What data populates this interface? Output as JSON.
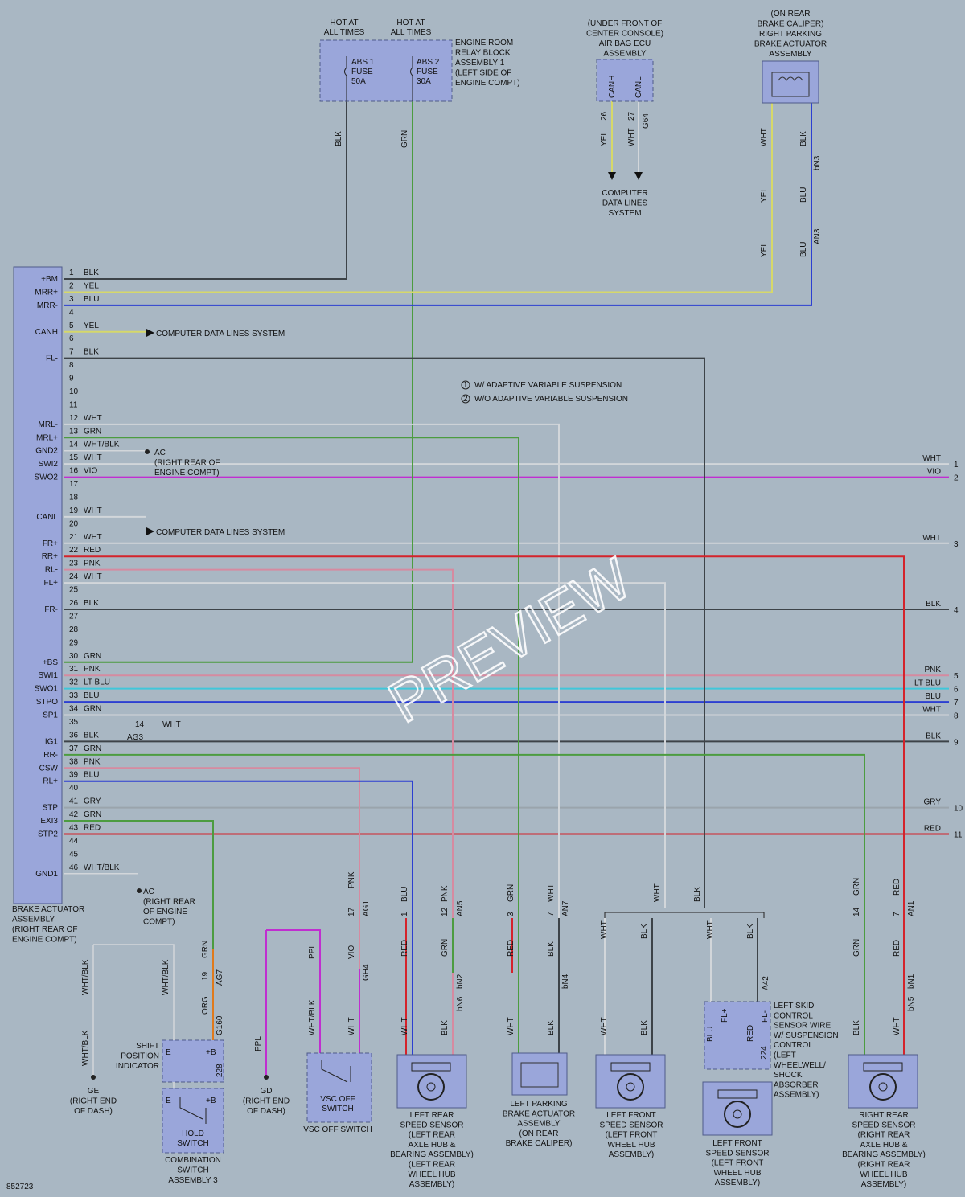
{
  "diagram_id": "852723",
  "watermark": "PREVIEW",
  "legend": [
    {
      "mark": "1",
      "text": "W/ ADAPTIVE VARIABLE SUSPENSION"
    },
    {
      "mark": "2",
      "text": "W/O ADAPTIVE VARIABLE SUSPENSION"
    }
  ],
  "components": {
    "relay_block": {
      "label": [
        "ENGINE ROOM",
        "RELAY BLOCK",
        "ASSEMBLY 1",
        "(LEFT SIDE OF",
        "ENGINE COMPT)"
      ],
      "hot1": [
        "HOT AT",
        "ALL TIMES"
      ],
      "hot2": [
        "HOT AT",
        "ALL TIMES"
      ],
      "fuse1": [
        "ABS 1",
        "FUSE",
        "50A"
      ],
      "fuse2": [
        "ABS 2",
        "FUSE",
        "30A"
      ]
    },
    "airbag_ecu": {
      "label": [
        "(UNDER FRONT OF",
        "CENTER CONSOLE)",
        "AIR BAG ECU",
        "ASSEMBLY"
      ],
      "pins": [
        "CANH",
        "CANL"
      ],
      "connector": "G64",
      "dest": [
        "COMPUTER",
        "DATA LINES",
        "SYSTEM"
      ]
    },
    "right_parking_actuator": {
      "label": [
        "(ON REAR",
        "BRAKE CALIPER)",
        "RIGHT PARKING",
        "BRAKE ACTUATOR",
        "ASSEMBLY"
      ]
    },
    "brake_actuator": {
      "label": [
        "BRAKE ACTUATOR",
        "ASSEMBLY",
        "(RIGHT REAR OF",
        "ENGINE COMPT)"
      ]
    },
    "gnd_ac1": [
      "AC",
      "(RIGHT REAR OF",
      "ENGINE COMPT)"
    ],
    "gnd_ac2": [
      "AC",
      "(RIGHT REAR",
      "OF ENGINE",
      "COMPT)"
    ],
    "gnd_ge": [
      "GE",
      "(RIGHT END",
      "OF DASH)"
    ],
    "gnd_gd": [
      "GD",
      "(RIGHT END",
      "OF DASH)"
    ],
    "combination_switch": {
      "shift_label": [
        "SHIFT",
        "POSITION",
        "INDICATOR"
      ],
      "hold_label": [
        "HOLD",
        "SWITCH"
      ],
      "label": [
        "COMBINATION",
        "SWITCH",
        "ASSEMBLY 3"
      ]
    },
    "vsc_off": {
      "inner": [
        "VSC OFF",
        "SWITCH"
      ],
      "label": "VSC OFF SWITCH"
    },
    "left_rear_sensor": [
      "LEFT REAR",
      "SPEED SENSOR",
      "(LEFT REAR",
      "AXLE HUB &",
      "BEARING ASSEMBLY)",
      "(LEFT REAR",
      "WHEEL HUB",
      "ASSEMBLY)"
    ],
    "left_parking_actuator": [
      "LEFT PARKING",
      "BRAKE ACTUATOR",
      "ASSEMBLY",
      "(ON REAR",
      "BRAKE CALIPER)"
    ],
    "left_front_sensor_a": [
      "LEFT FRONT",
      "SPEED SENSOR",
      "(LEFT FRONT",
      "WHEEL HUB",
      "ASSEMBLY)"
    ],
    "left_skid": [
      "LEFT SKID",
      "CONTROL",
      "SENSOR WIRE",
      "W/ SUSPENSION",
      "CONTROL",
      "(LEFT",
      "WHEELWELL/",
      "SHOCK",
      "ABSORBER",
      "ASSEMBLY)"
    ],
    "left_front_sensor_b": [
      "LEFT FRONT",
      "SPEED SENSOR",
      "(LEFT FRONT",
      "WHEEL HUB",
      "ASSEMBLY)"
    ],
    "right_rear_sensor": [
      "RIGHT REAR",
      "SPEED SENSOR",
      "(RIGHT REAR",
      "AXLE HUB &",
      "BEARING ASSEMBLY)",
      "(RIGHT REAR",
      "WHEEL HUB",
      "ASSEMBLY)"
    ]
  },
  "data_line_text": "COMPUTER DATA LINES SYSTEM",
  "pins": [
    {
      "n": "1",
      "sig": "+BM",
      "wire": "BLK"
    },
    {
      "n": "2",
      "sig": "MRR+",
      "wire": "YEL"
    },
    {
      "n": "3",
      "sig": "MRR-",
      "wire": "BLU"
    },
    {
      "n": "4",
      "sig": "",
      "wire": ""
    },
    {
      "n": "5",
      "sig": "CANH",
      "wire": "YEL"
    },
    {
      "n": "6",
      "sig": "",
      "wire": ""
    },
    {
      "n": "7",
      "sig": "FL-",
      "wire": "BLK"
    },
    {
      "n": "8",
      "sig": "",
      "wire": ""
    },
    {
      "n": "9",
      "sig": "",
      "wire": ""
    },
    {
      "n": "10",
      "sig": "",
      "wire": ""
    },
    {
      "n": "11",
      "sig": "",
      "wire": ""
    },
    {
      "n": "12",
      "sig": "MRL-",
      "wire": "WHT"
    },
    {
      "n": "13",
      "sig": "MRL+",
      "wire": "GRN"
    },
    {
      "n": "14",
      "sig": "GND2",
      "wire": "WHT/BLK"
    },
    {
      "n": "15",
      "sig": "SWI2",
      "wire": "WHT"
    },
    {
      "n": "16",
      "sig": "SWO2",
      "wire": "VIO"
    },
    {
      "n": "17",
      "sig": "",
      "wire": ""
    },
    {
      "n": "18",
      "sig": "",
      "wire": ""
    },
    {
      "n": "19",
      "sig": "CANL",
      "wire": "WHT"
    },
    {
      "n": "20",
      "sig": "",
      "wire": ""
    },
    {
      "n": "21",
      "sig": "FR+",
      "wire": "WHT"
    },
    {
      "n": "22",
      "sig": "RR+",
      "wire": "RED"
    },
    {
      "n": "23",
      "sig": "RL-",
      "wire": "PNK"
    },
    {
      "n": "24",
      "sig": "FL+",
      "wire": "WHT"
    },
    {
      "n": "25",
      "sig": "",
      "wire": ""
    },
    {
      "n": "26",
      "sig": "FR-",
      "wire": "BLK"
    },
    {
      "n": "27",
      "sig": "",
      "wire": ""
    },
    {
      "n": "28",
      "sig": "",
      "wire": ""
    },
    {
      "n": "29",
      "sig": "",
      "wire": ""
    },
    {
      "n": "30",
      "sig": "+BS",
      "wire": "GRN"
    },
    {
      "n": "31",
      "sig": "SWI1",
      "wire": "PNK"
    },
    {
      "n": "32",
      "sig": "SWO1",
      "wire": "LT BLU"
    },
    {
      "n": "33",
      "sig": "STPO",
      "wire": "BLU"
    },
    {
      "n": "34",
      "sig": "SP1",
      "wire": "GRN"
    },
    {
      "n": "35",
      "sig": "",
      "wire": ""
    },
    {
      "n": "36",
      "sig": "IG1",
      "wire": "BLK"
    },
    {
      "n": "37",
      "sig": "RR-",
      "wire": "GRN"
    },
    {
      "n": "38",
      "sig": "CSW",
      "wire": "PNK"
    },
    {
      "n": "39",
      "sig": "RL+",
      "wire": "BLU"
    },
    {
      "n": "40",
      "sig": "",
      "wire": ""
    },
    {
      "n": "41",
      "sig": "STP",
      "wire": "GRY"
    },
    {
      "n": "42",
      "sig": "EXI3",
      "wire": "GRN"
    },
    {
      "n": "43",
      "sig": "STP2",
      "wire": "RED"
    },
    {
      "n": "44",
      "sig": "",
      "wire": ""
    },
    {
      "n": "45",
      "sig": "",
      "wire": ""
    },
    {
      "n": "46",
      "sig": "GND1",
      "wire": "WHT/BLK"
    }
  ],
  "right_exits": [
    {
      "n": "1",
      "wire": "WHT",
      "pin": "15"
    },
    {
      "n": "2",
      "wire": "VIO",
      "pin": "16"
    },
    {
      "n": "3",
      "wire": "WHT",
      "pin": "21"
    },
    {
      "n": "4",
      "wire": "BLK",
      "pin": "26"
    },
    {
      "n": "5",
      "wire": "PNK",
      "pin": "31"
    },
    {
      "n": "6",
      "wire": "LT BLU",
      "pin": "32"
    },
    {
      "n": "7",
      "wire": "BLU",
      "pin": "33"
    },
    {
      "n": "8",
      "wire": "WHT",
      "pin": "34"
    },
    {
      "n": "9",
      "wire": "BLK",
      "pin": "36"
    },
    {
      "n": "10",
      "wire": "GRY",
      "pin": "41"
    },
    {
      "n": "11",
      "wire": "RED",
      "pin": "43"
    }
  ],
  "labels": {
    "blk": "BLK",
    "grn": "GRN",
    "yel": "YEL",
    "wht": "WHT",
    "blu": "BLU",
    "red": "RED",
    "pnk": "PNK",
    "vio": "VIO",
    "ppl": "PPL",
    "org": "ORG",
    "whtblk": "WHT/BLK",
    "p1": "1",
    "p2": "2",
    "p3": "3",
    "p4": "4",
    "p5": "5",
    "p6": "6",
    "p7": "7",
    "p8": "8",
    "p9": "9",
    "p10": "10",
    "p11": "11",
    "p12": "12",
    "p14": "14",
    "p17": "17",
    "p19": "19",
    "p26": "26",
    "p27": "27",
    "c_bn3": "bN3",
    "c_an3": "AN3",
    "c_ag3": "AG3",
    "c_ag1": "AG1",
    "c_gh4": "GH4",
    "c_an5": "AN5",
    "c_bn2": "bN2",
    "c_bn6": "bN6",
    "c_an7": "AN7",
    "c_bn4": "bN4",
    "c_a42": "A42",
    "c_an1": "AN1",
    "c_bn1": "bN1",
    "c_bn5": "bN5",
    "c_ag7": "AG7",
    "c_g160": "G160",
    "c_228": "228",
    "c_224": "224",
    "plus_b": "+B",
    "e": "E",
    "fl_plus": "FL+",
    "fl_minus": "FL-"
  },
  "colors": {
    "BLK": "#3d4348",
    "YEL": "#d6d86a",
    "BLU": "#2c3fd1",
    "WHT": "#d2d6da",
    "GRN": "#4c9c40",
    "RED": "#d4232b",
    "PNK": "#d68aa0",
    "VIO": "#c02ed0",
    "LT BLU": "#3fc7da",
    "GRY": "#9aa4ac",
    "WHT/BLK": "#d2d6da",
    "PPL": "#c02ed0",
    "ORG": "#e07a1c",
    "component": "#9aa6da",
    "component_border": "#4f5b8a"
  }
}
